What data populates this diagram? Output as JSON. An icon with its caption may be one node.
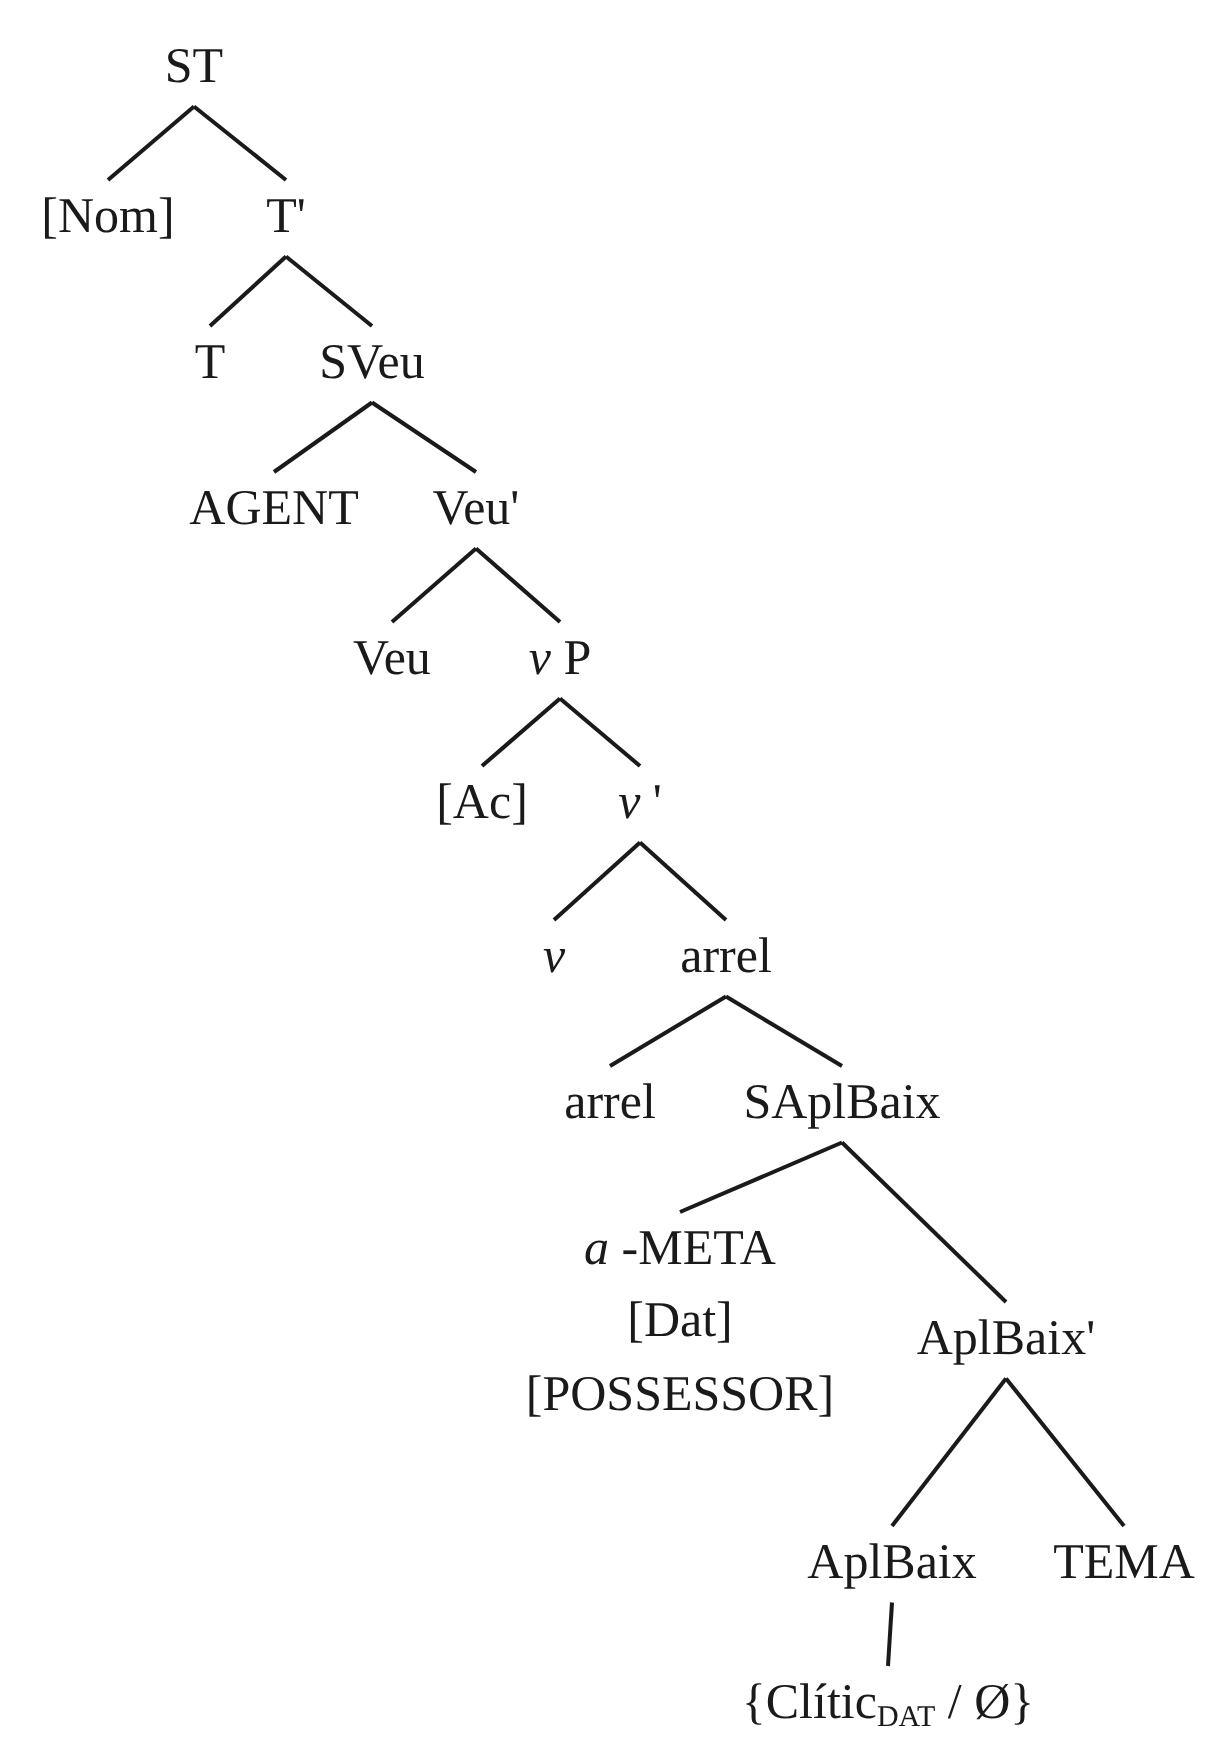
{
  "diagram": {
    "nodes": [
      {
        "text": [
          "ST"
        ]
      },
      {
        "text": [
          "[Nom]"
        ]
      },
      {
        "text": [
          "T'"
        ]
      },
      {
        "text": [
          "T"
        ]
      },
      {
        "text": [
          "SVeu"
        ]
      },
      {
        "text": [
          "AGENT"
        ]
      },
      {
        "text": [
          "Veu'"
        ]
      },
      {
        "text": [
          "Veu"
        ]
      },
      {
        "text": [
          "*v* P"
        ]
      },
      {
        "text": [
          "[Ac]"
        ]
      },
      {
        "text": [
          "*v* '"
        ]
      },
      {
        "text": [
          "v"
        ]
      },
      {
        "text": [
          "arrel"
        ]
      },
      {
        "text": [
          "arrel"
        ]
      },
      {
        "text": [
          "SAplBaix"
        ]
      },
      {
        "text": [
          "*a* -META",
          "[Dat]",
          "[POSSESSOR]"
        ]
      },
      {
        "text": [
          "AplBaix'"
        ]
      },
      {
        "text": [
          "AplBaix"
        ]
      },
      {
        "text": [
          "TEMA"
        ]
      },
      {
        "text": [
          "{Clític$_{DAT}$ / Ø}"
        ]
      }
    ],
    "edges": [
      {
        "from": 0,
        "to": 1,
        "arrow": "none"
      },
      {
        "from": 0,
        "to": 2,
        "arrow": "none"
      },
      {
        "from": 2,
        "to": 3,
        "arrow": "none"
      },
      {
        "from": 2,
        "to": 4,
        "arrow": "none"
      },
      {
        "from": 4,
        "to": 5,
        "arrow": "none"
      },
      {
        "from": 4,
        "to": 6,
        "arrow": "none"
      },
      {
        "from": 6,
        "to": 7,
        "arrow": "none"
      },
      {
        "from": 6,
        "to": 8,
        "arrow": "none"
      },
      {
        "from": 8,
        "to": 9,
        "arrow": "none"
      },
      {
        "from": 8,
        "to": 10,
        "arrow": "none"
      },
      {
        "from": 10,
        "to": 11,
        "arrow": "none"
      },
      {
        "from": 10,
        "to": 12,
        "arrow": "none"
      },
      {
        "from": 12,
        "to": 13,
        "arrow": "none"
      },
      {
        "from": 12,
        "to": 14,
        "arrow": "none"
      },
      {
        "from": 14,
        "to": 15,
        "arrow": "none"
      },
      {
        "from": 14,
        "to": 16,
        "arrow": "none"
      },
      {
        "from": 16,
        "to": 17,
        "arrow": "none"
      },
      {
        "from": 16,
        "to": 18,
        "arrow": "none"
      },
      {
        "from": 17,
        "to": 19,
        "arrow": "none"
      }
    ]
  }
}
